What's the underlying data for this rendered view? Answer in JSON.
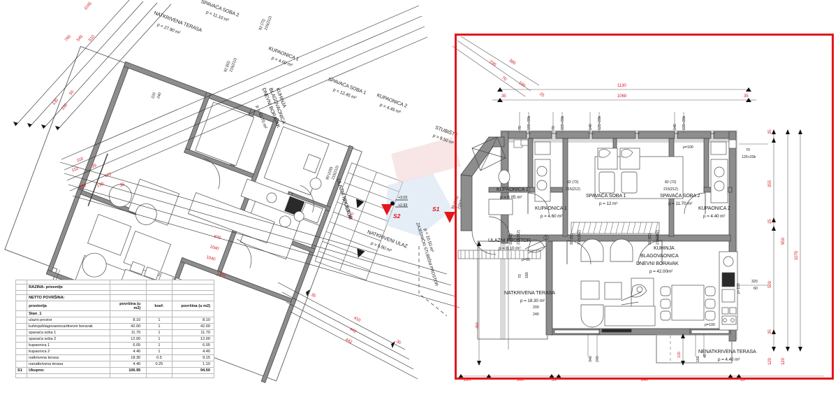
{
  "document": {
    "kind": "architectural-floor-plan",
    "level_note": "prizemlje",
    "elevation_marks": [
      "+3.03",
      "+2.93"
    ]
  },
  "highlight": {
    "color": "#e3161c",
    "note": "selected apartment Stan_1"
  },
  "section_markers": [
    {
      "id": "S1",
      "label": "S1"
    },
    {
      "id": "S2",
      "label": "S2"
    }
  ],
  "left_plan": {
    "rooms": [
      {
        "name": "NATKRIVENA TERASA",
        "area": "p = 27.90 m²"
      },
      {
        "name": "SPAVAĆA SOBA 2",
        "area": "p = 11.10 m²"
      },
      {
        "name": "KUPAONICA 1",
        "area": "p = 4.00 m²"
      },
      {
        "name": "KUHINJA",
        "area": ""
      },
      {
        "name": "BLAGOVAONICA",
        "area": ""
      },
      {
        "name": "DNEVNI BORAVAK",
        "area": "p = 43.70 m²"
      },
      {
        "name": "SPAVAĆA SOBA 1",
        "area": "p = 12.45 m²"
      },
      {
        "name": "KUPAONICA 2",
        "area": "p = 4.45 m²"
      },
      {
        "name": "ULAZNI PROSTOR",
        "area": "p = 3.30 m²"
      },
      {
        "name": "STUBIŠTE",
        "area": "p = 8.50 m²"
      },
      {
        "name": "ZAJEDNIČKI STUBIŠNI PROSTOR",
        "area": "p = 10.50 m²"
      },
      {
        "name": "NATKRIVENI ULAZ",
        "area": "p = 5.90 m²"
      }
    ],
    "dimensions_red": [
      "1045",
      "760",
      "545",
      "510",
      "130",
      "130",
      "50",
      "110",
      "110",
      "35",
      "115",
      "150",
      "280",
      "35",
      "970",
      "1040",
      "1040",
      "1742",
      "35",
      "410",
      "442",
      "442",
      "35",
      "220",
      "240",
      "170",
      "120"
    ],
    "door_tags": [
      "82 (72)",
      "215(212)",
      "92 (82)",
      "215(212)",
      "80 (100)",
      "215(212)"
    ]
  },
  "right_plan": {
    "rooms": [
      {
        "name": "KUPAONICA 1",
        "area": "p = 6.05 m²"
      },
      {
        "name": "KUPAONICA 1",
        "area": "p = 4.60 m²"
      },
      {
        "name": "SPAVAĆA SOBA 1",
        "area": "p = 12 m²"
      },
      {
        "name": "SPAVAĆA SOBA 2",
        "area": "p = 11.70 m²"
      },
      {
        "name": "KUPAONICA 2",
        "area": "p = 4.40 m²"
      },
      {
        "name": "ULAZNI PROSTOR",
        "area": "p = 8.10 m²"
      },
      {
        "name": "KUHINJA",
        "area": ""
      },
      {
        "name": "BLAGOVAONICA",
        "area": ""
      },
      {
        "name": "DNEVNI BORAVAK",
        "area": "p = 42.00m²"
      },
      {
        "name": "NATKRIVENA TERASA",
        "area": "p = 18.30 m²"
      },
      {
        "name": "NENATKRIVENA TERASA",
        "area": "p = 4.40 m²"
      }
    ],
    "dim_top": {
      "overall_upper": "1130",
      "overall_lower": "1060",
      "left_end": "35",
      "right_end": "35"
    },
    "dim_top_diag": [
      "230",
      "380",
      "70",
      "160",
      "25"
    ],
    "window_tags": [
      {
        "h": "70",
        "w": "105+20k"
      },
      {
        "h": "70",
        "w": "225+20k"
      },
      {
        "h": "140",
        "w": "125+20k"
      },
      {
        "h": "140",
        "w": "125+20k"
      },
      {
        "h": "70",
        "w": "125+20k"
      }
    ],
    "door_tags": [
      "82 (72)",
      "215(212)",
      "92 (82)",
      "215(212)"
    ],
    "dim_right": [
      "35",
      "355",
      "25",
      "950",
      "500",
      "1070",
      "35",
      "120",
      "120",
      "320",
      "60"
    ],
    "dim_bottom": [
      "220",
      "360",
      "35",
      "840",
      "35",
      "340",
      "240",
      "160",
      "40",
      "120",
      "450"
    ],
    "misc_tags": [
      "p=100",
      "p=50",
      "p=100",
      "p=100",
      "200",
      "240",
      "70",
      "160",
      "125+20k"
    ]
  },
  "table": {
    "title": "RAZINA: prizemlje",
    "section_title": "NETTO POVRŠINA:",
    "headers": [
      "prostorija",
      "površina (u m2)",
      "koef.",
      "površina (u m2)"
    ],
    "group": "Stan_1",
    "rows": [
      {
        "name": "ulazni prostor",
        "area": "8.10",
        "koef": "1",
        "net": "8.10"
      },
      {
        "name": "kuhinja/blagovaonica/dnevni boravak",
        "area": "42.00",
        "koef": "1",
        "net": "42.00"
      },
      {
        "name": "spavaća soba 1",
        "area": "11.70",
        "koef": "1",
        "net": "11.70"
      },
      {
        "name": "spavaća soba 2",
        "area": "12.00",
        "koef": "1",
        "net": "12.00"
      },
      {
        "name": "kupaonica 1",
        "area": "6.05",
        "koef": "1",
        "net": "6.05"
      },
      {
        "name": "kupaonica 2",
        "area": "4.40",
        "koef": "1",
        "net": "4.40"
      },
      {
        "name": "natkrivena terasa",
        "area": "18.30",
        "koef": "0.5",
        "net": "9.15"
      },
      {
        "name": "nanatkrivena terasa",
        "area": "4.40",
        "koef": "0.25",
        "net": "1.10"
      }
    ],
    "total": {
      "code": "S1",
      "label": "Ukupno:",
      "area": "106.95",
      "koef": "",
      "net": "94.50"
    }
  }
}
